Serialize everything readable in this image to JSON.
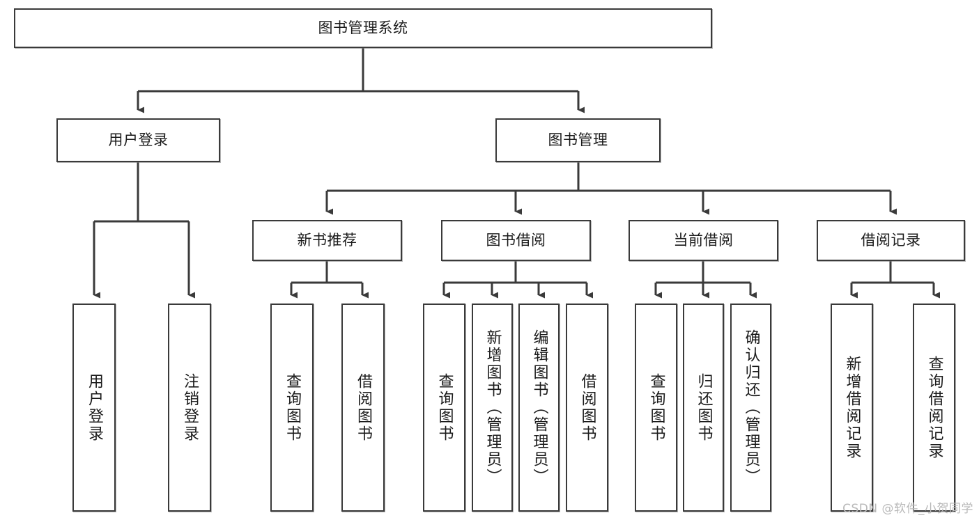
{
  "diagram": {
    "type": "tree-hierarchy",
    "title": "图书管理系统",
    "watermark": "CSDN @软件_小贺同学",
    "colors": {
      "box_border": "#3a3a3a",
      "box_fill": "#ffffff",
      "connector": "#3a3a3a",
      "text": "#1b1b1b",
      "watermark": "#b9b9b9",
      "background": "#ffffff"
    },
    "nodes": {
      "root": {
        "label": "图书管理系统"
      },
      "level2": [
        {
          "id": "user-login",
          "label": "用户登录"
        },
        {
          "id": "book-manage",
          "label": "图书管理"
        }
      ],
      "level3": [
        {
          "id": "new-book-recommend",
          "label": "新书推荐"
        },
        {
          "id": "book-borrow",
          "label": "图书借阅"
        },
        {
          "id": "current-borrow",
          "label": "当前借阅"
        },
        {
          "id": "borrow-record",
          "label": "借阅记录"
        }
      ],
      "leaves": {
        "user_login": [
          {
            "id": "leaf-user-login",
            "label": "用户登录"
          },
          {
            "id": "leaf-user-logout",
            "label": "注销登录"
          }
        ],
        "new_book_recommend": [
          {
            "id": "leaf-query-book-1",
            "label": "查询图书"
          },
          {
            "id": "leaf-borrow-book-1",
            "label": "借阅图书"
          }
        ],
        "book_borrow": [
          {
            "id": "leaf-query-book-2",
            "label": "查询图书"
          },
          {
            "id": "leaf-add-book",
            "label": "新增图书（管理员）"
          },
          {
            "id": "leaf-edit-book",
            "label": "编辑图书（管理员）"
          },
          {
            "id": "leaf-borrow-book-2",
            "label": "借阅图书"
          }
        ],
        "current_borrow": [
          {
            "id": "leaf-query-book-3",
            "label": "查询图书"
          },
          {
            "id": "leaf-return-book",
            "label": "归还图书"
          },
          {
            "id": "leaf-confirm-return",
            "label": "确认归还（管理员）"
          }
        ],
        "borrow_record": [
          {
            "id": "leaf-add-record",
            "label": "新增借阅记录"
          },
          {
            "id": "leaf-query-record",
            "label": "查询借阅记录"
          }
        ]
      }
    }
  }
}
